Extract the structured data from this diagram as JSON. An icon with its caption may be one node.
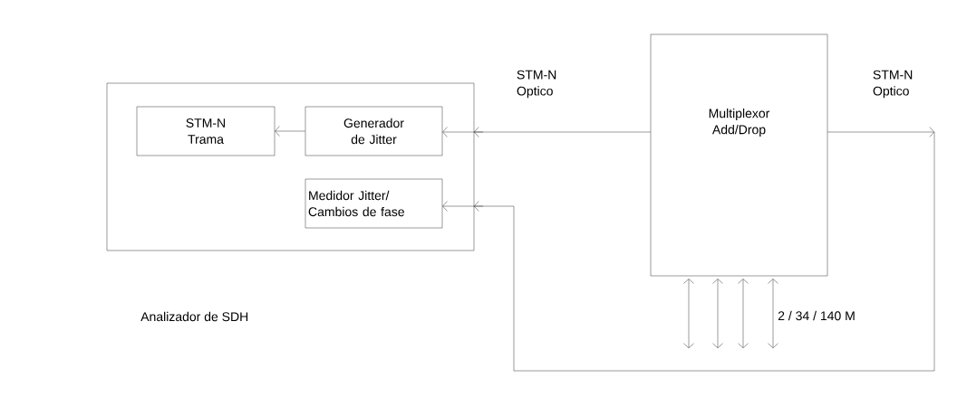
{
  "diagram": {
    "nodes": [
      {
        "text": [],
        "shape": "box"
      },
      {
        "text": [
          "STM-N Trama"
        ],
        "in": 0
      },
      {
        "text": [
          "Generador de Jitter"
        ],
        "in": 0
      },
      {
        "text": [
          "Medidor Jitter/ Cambios de fase"
        ],
        "in": 0
      },
      {
        "text": [
          "Multiplexor Add/Drop"
        ]
      }
    ],
    "edges": [
      {
        "from": 2,
        "to": 1,
        "arrow": "to"
      },
      {
        "from": 4,
        "to": 2,
        "arrow": "to",
        "label": "STM-N Optico"
      },
      {
        "from": 4,
        "to": null,
        "arrow": "to",
        "label": "STM-N Optico"
      },
      {
        "from": null,
        "to": 3,
        "arrow": "to"
      },
      {
        "from": 4,
        "to": null,
        "arrow": "both"
      },
      {
        "from": 4,
        "to": null,
        "arrow": "both"
      },
      {
        "from": 4,
        "to": null,
        "arrow": "both"
      },
      {
        "from": 4,
        "to": null,
        "arrow": "both"
      }
    ],
    "labels": [
      "Analizador de SDH",
      "2 / 34 / 140 M"
    ]
  }
}
